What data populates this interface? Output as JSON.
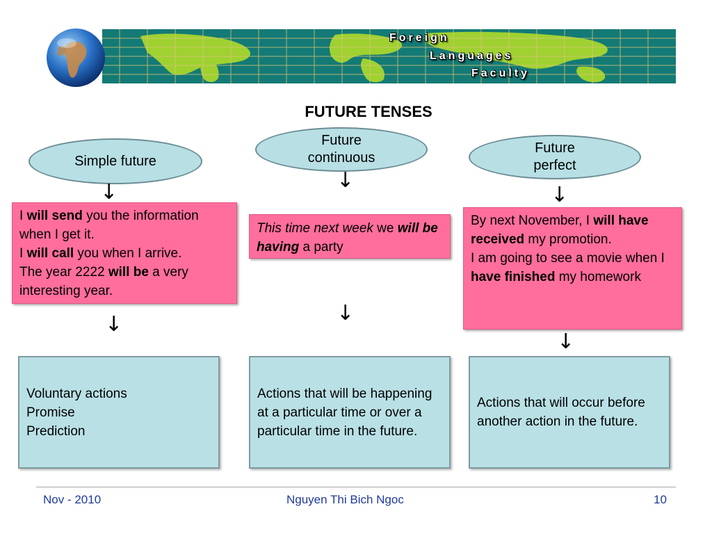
{
  "banner": {
    "lines": [
      "Foreign",
      "Languages",
      "Faculty"
    ],
    "globe_icon": "globe-icon",
    "colors": {
      "sea": "#147a76",
      "land": "#9fd131"
    }
  },
  "title": "FUTURE TENSES",
  "columns": [
    {
      "heading": [
        "Simple future"
      ],
      "examples": [
        [
          {
            "t": "I "
          },
          {
            "t": "will send",
            "b": true
          },
          {
            "t": " you the information when I get it."
          }
        ],
        [
          {
            "t": "I "
          },
          {
            "t": "will call",
            "b": true
          },
          {
            "t": " you when I arrive."
          }
        ],
        [
          {
            "t": "The year 2222 "
          },
          {
            "t": "will be",
            "b": true
          },
          {
            "t": " a very interesting year."
          }
        ]
      ],
      "usage": [
        "Voluntary actions",
        "Promise",
        "Prediction"
      ]
    },
    {
      "heading": [
        "Future",
        "continuous"
      ],
      "examples": [
        [
          {
            "t": "This time next week",
            "i": true
          },
          {
            "t": " we "
          },
          {
            "t": "will be having",
            "b": true,
            "i": true
          },
          {
            "t": " a party"
          }
        ]
      ],
      "usage": [
        "Actions that will be happening at a particular time or over a particular time in the future."
      ]
    },
    {
      "heading": [
        "Future",
        "perfect"
      ],
      "examples": [
        [
          {
            "t": "By next November, I "
          },
          {
            "t": "will have received",
            "b": true
          },
          {
            "t": " my promotion."
          }
        ],
        [
          {
            "t": "I am going to see a movie when I "
          },
          {
            "t": "have finished",
            "b": true
          },
          {
            "t": " my homework"
          }
        ]
      ],
      "usage": [
        "Actions that will occur before another action in the future."
      ]
    }
  ],
  "arrow_symbol": "↓",
  "colors": {
    "oval": "#b7dfe4",
    "pink": "#ff6e9c",
    "box": "#b9e0e5",
    "footer": "#1f3a9c"
  },
  "footer": {
    "left": "Nov - 2010",
    "center": "Nguyen Thi Bich Ngoc",
    "right": "10"
  }
}
